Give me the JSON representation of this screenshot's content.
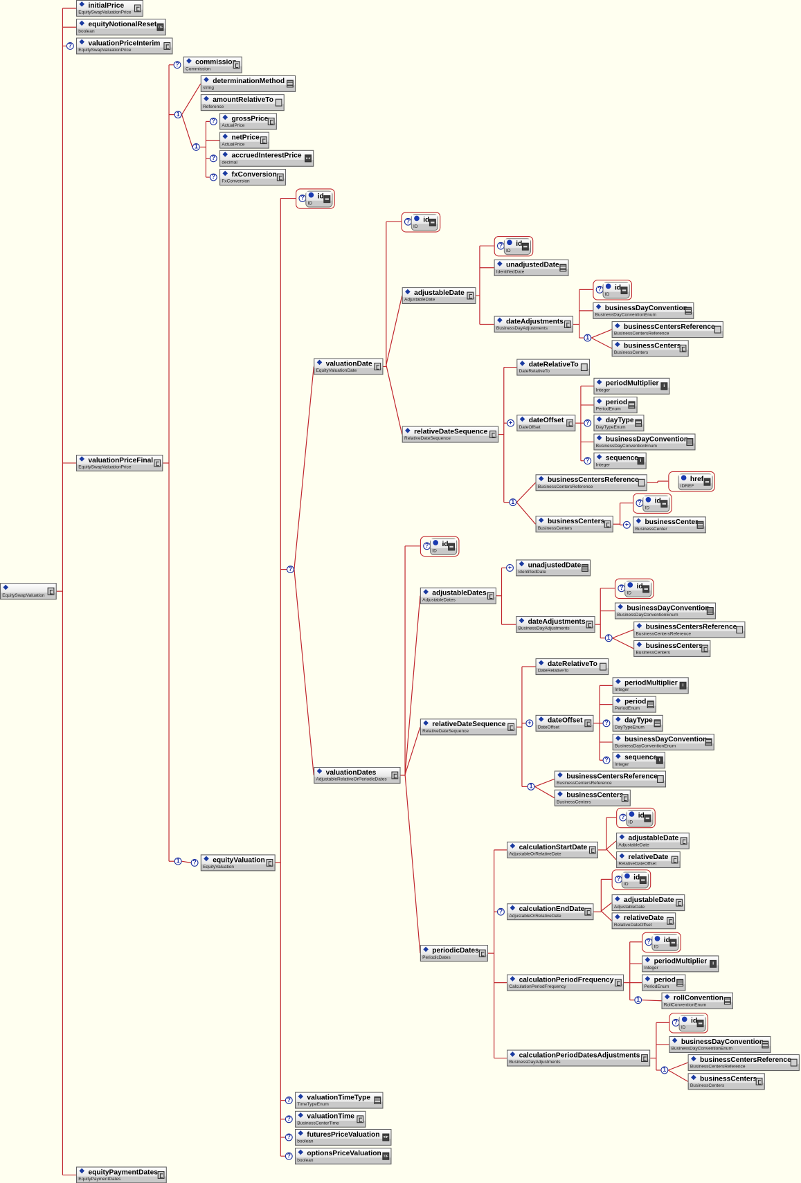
{
  "markers": {
    "choice": "1",
    "optional": "?",
    "multiple": "+"
  },
  "root": {
    "name": "",
    "type": "EquitySwapValuation",
    "icon": "complex"
  },
  "nodes": {
    "initialPrice": {
      "name": "initialPrice",
      "type": "EquitySwapValuationPrice",
      "icon": "complex"
    },
    "equityNotionalReset": {
      "name": "equityNotionalReset",
      "type": "boolean",
      "icon": "boolean"
    },
    "valuationPriceInterim": {
      "name": "valuationPriceInterim",
      "type": "EquitySwapValuationPrice",
      "icon": "complex",
      "occurs": "?"
    },
    "valuationPriceFinal": {
      "name": "valuationPriceFinal",
      "type": "EquitySwapValuationPrice",
      "icon": "complex"
    },
    "equityPaymentDates": {
      "name": "equityPaymentDates",
      "type": "EquityPaymentDates",
      "icon": "complex"
    },
    "commission": {
      "name": "commission",
      "type": "Commission",
      "icon": "complex",
      "occurs": "?"
    },
    "determinationMethod": {
      "name": "determinationMethod",
      "type": "string",
      "icon": "enum"
    },
    "amountRelativeTo": {
      "name": "amountRelativeTo",
      "type": "Reference",
      "icon": "empty"
    },
    "grossPrice": {
      "name": "grossPrice",
      "type": "ActualPrice",
      "icon": "complex",
      "occurs": "?"
    },
    "netPrice": {
      "name": "netPrice",
      "type": "ActualPrice",
      "icon": "complex"
    },
    "accruedInterestPrice": {
      "name": "accruedInterestPrice",
      "type": "decimal",
      "icon": "decimal",
      "occurs": "?"
    },
    "fxConversion": {
      "name": "fxConversion",
      "type": "FxConversion",
      "icon": "complex",
      "occurs": "?"
    },
    "equityValuation": {
      "name": "equityValuation",
      "type": "EquityValuation",
      "icon": "complex",
      "occurs": "?"
    },
    "ev_id": {
      "name": "id",
      "type": "ID",
      "attr": true,
      "occurs": "?"
    },
    "valuationDate": {
      "name": "valuationDate",
      "type": "EquityValuationDate",
      "icon": "complex"
    },
    "valuationDates": {
      "name": "valuationDates",
      "type": "AdjustableRelativeOrPeriodicDates",
      "icon": "complex"
    },
    "valuationTimeType": {
      "name": "valuationTimeType",
      "type": "TimeTypeEnum",
      "icon": "enum",
      "occurs": "?"
    },
    "valuationTime": {
      "name": "valuationTime",
      "type": "BusinessCenterTime",
      "icon": "complex",
      "occurs": "?"
    },
    "futuresPriceValuation": {
      "name": "futuresPriceValuation",
      "type": "boolean",
      "icon": "boolean",
      "occurs": "?"
    },
    "optionsPriceValuation": {
      "name": "optionsPriceValuation",
      "type": "boolean",
      "icon": "boolean",
      "occurs": "?"
    },
    "vd_id": {
      "name": "id",
      "type": "ID",
      "attr": true,
      "occurs": "?"
    },
    "vd_ad": {
      "name": "adjustableDate",
      "type": "AdjustableDate",
      "icon": "complex"
    },
    "vd_rds": {
      "name": "relativeDateSequence",
      "type": "RelativeDateSequence",
      "icon": "complex"
    },
    "ad1_id": {
      "name": "id",
      "type": "ID",
      "attr": true,
      "occurs": "?"
    },
    "ad1_unadj": {
      "name": "unadjustedDate",
      "type": "IdentifiedDate",
      "icon": "enum"
    },
    "ad1_da": {
      "name": "dateAdjustments",
      "type": "BusinessDayAdjustments",
      "icon": "complex"
    },
    "da1_id": {
      "name": "id",
      "type": "ID",
      "attr": true,
      "occurs": "?"
    },
    "da1_bdc": {
      "name": "businessDayConvention",
      "type": "BusinessDayConventionEnum",
      "icon": "enum"
    },
    "da1_bcr": {
      "name": "businessCentersReference",
      "type": "BusinessCentersReference",
      "icon": "empty"
    },
    "da1_bc": {
      "name": "businessCenters",
      "type": "BusinessCenters",
      "icon": "complex"
    },
    "rds1_drt": {
      "name": "dateRelativeTo",
      "type": "DateRelativeTo",
      "icon": "empty"
    },
    "rds1_do": {
      "name": "dateOffset",
      "type": "DateOffset",
      "icon": "complex",
      "occurs": "+"
    },
    "rds1_bcr": {
      "name": "businessCentersReference",
      "type": "BusinessCentersReference",
      "icon": "empty"
    },
    "rds1_href": {
      "name": "href",
      "type": "IDREF",
      "attr": true
    },
    "rds1_bc": {
      "name": "businessCenters",
      "type": "BusinessCenters",
      "icon": "complex"
    },
    "bc1_id": {
      "name": "id",
      "type": "ID",
      "attr": true,
      "occurs": "?"
    },
    "bc1_center": {
      "name": "businessCenter",
      "type": "BusinessCenter",
      "icon": "enum",
      "occurs": "+"
    },
    "do1_pm": {
      "name": "periodMultiplier",
      "type": "Integer",
      "icon": "int"
    },
    "do1_p": {
      "name": "period",
      "type": "PeriodEnum",
      "icon": "enum"
    },
    "do1_dt": {
      "name": "dayType",
      "type": "DayTypeEnum",
      "icon": "enum",
      "occurs": "?"
    },
    "do1_bdc": {
      "name": "businessDayConvention",
      "type": "BusinessDayConventionEnum",
      "icon": "enum"
    },
    "do1_seq": {
      "name": "sequence",
      "type": "Integer",
      "icon": "int",
      "occurs": "?"
    },
    "vds_id": {
      "name": "id",
      "type": "ID",
      "attr": true,
      "occurs": "?"
    },
    "vds_ad": {
      "name": "adjustableDates",
      "type": "AdjustableDates",
      "icon": "complex"
    },
    "vds_rds": {
      "name": "relativeDateSequence",
      "type": "RelativeDateSequence",
      "icon": "complex"
    },
    "vds_pd": {
      "name": "periodicDates",
      "type": "PeriodicDates",
      "icon": "complex"
    },
    "ad2_unadj": {
      "name": "unadjustedDate",
      "type": "IdentifiedDate",
      "icon": "enum",
      "occurs": "+"
    },
    "ad2_da": {
      "name": "dateAdjustments",
      "type": "BusinessDayAdjustments",
      "icon": "complex"
    },
    "da2_id": {
      "name": "id",
      "type": "ID",
      "attr": true,
      "occurs": "?"
    },
    "da2_bdc": {
      "name": "businessDayConvention",
      "type": "BusinessDayConventionEnum",
      "icon": "enum"
    },
    "da2_bcr": {
      "name": "businessCentersReference",
      "type": "BusinessCentersReference",
      "icon": "empty"
    },
    "da2_bc": {
      "name": "businessCenters",
      "type": "BusinessCenters",
      "icon": "complex"
    },
    "rds2_drt": {
      "name": "dateRelativeTo",
      "type": "DateRelativeTo",
      "icon": "empty"
    },
    "rds2_do": {
      "name": "dateOffset",
      "type": "DateOffset",
      "icon": "complex",
      "occurs": "+"
    },
    "rds2_bcr": {
      "name": "businessCentersReference",
      "type": "BusinessCentersReference",
      "icon": "empty"
    },
    "rds2_bc": {
      "name": "businessCenters",
      "type": "BusinessCenters",
      "icon": "complex"
    },
    "do2_pm": {
      "name": "periodMultiplier",
      "type": "Integer",
      "icon": "int"
    },
    "do2_p": {
      "name": "period",
      "type": "PeriodEnum",
      "icon": "enum"
    },
    "do2_dt": {
      "name": "dayType",
      "type": "DayTypeEnum",
      "icon": "enum",
      "occurs": "?"
    },
    "do2_bdc": {
      "name": "businessDayConvention",
      "type": "BusinessDayConventionEnum",
      "icon": "enum"
    },
    "do2_seq": {
      "name": "sequence",
      "type": "Integer",
      "icon": "int",
      "occurs": "?"
    },
    "pd_start": {
      "name": "calculationStartDate",
      "type": "AdjustableOrRelativeDate",
      "icon": "complex"
    },
    "pd_end": {
      "name": "calculationEndDate",
      "type": "AdjustableOrRelativeDate",
      "icon": "complex",
      "occurs": "?"
    },
    "pd_freq": {
      "name": "calculationPeriodFrequency",
      "type": "CalculationPeriodFrequency",
      "icon": "complex"
    },
    "pd_adj": {
      "name": "calculationPeriodDatesAdjustments",
      "type": "BusinessDayAdjustments",
      "icon": "complex"
    },
    "cs_id": {
      "name": "id",
      "type": "ID",
      "attr": true,
      "occurs": "?"
    },
    "cs_ad": {
      "name": "adjustableDate",
      "type": "AdjustableDate",
      "icon": "complex"
    },
    "cs_rd": {
      "name": "relativeDate",
      "type": "RelativeDateOffset",
      "icon": "complex"
    },
    "ce_id": {
      "name": "id",
      "type": "ID",
      "attr": true,
      "occurs": "?"
    },
    "ce_ad": {
      "name": "adjustableDate",
      "type": "AdjustableDate",
      "icon": "complex"
    },
    "ce_rd": {
      "name": "relativeDate",
      "type": "RelativeDateOffset",
      "icon": "complex"
    },
    "cf_id": {
      "name": "id",
      "type": "ID",
      "attr": true,
      "occurs": "?"
    },
    "cf_pm": {
      "name": "periodMultiplier",
      "type": "Integer",
      "icon": "int"
    },
    "cf_p": {
      "name": "period",
      "type": "PeriodEnum",
      "icon": "enum"
    },
    "cf_rc": {
      "name": "rollConvention",
      "type": "RollConventionEnum",
      "icon": "enum"
    },
    "ca_id": {
      "name": "id",
      "type": "ID",
      "attr": true,
      "occurs": "?"
    },
    "ca_bdc": {
      "name": "businessDayConvention",
      "type": "BusinessDayConventionEnum",
      "icon": "enum"
    },
    "ca_bcr": {
      "name": "businessCentersReference",
      "type": "BusinessCentersReference",
      "icon": "empty"
    },
    "ca_bc": {
      "name": "businessCenters",
      "type": "BusinessCenters",
      "icon": "complex"
    }
  }
}
